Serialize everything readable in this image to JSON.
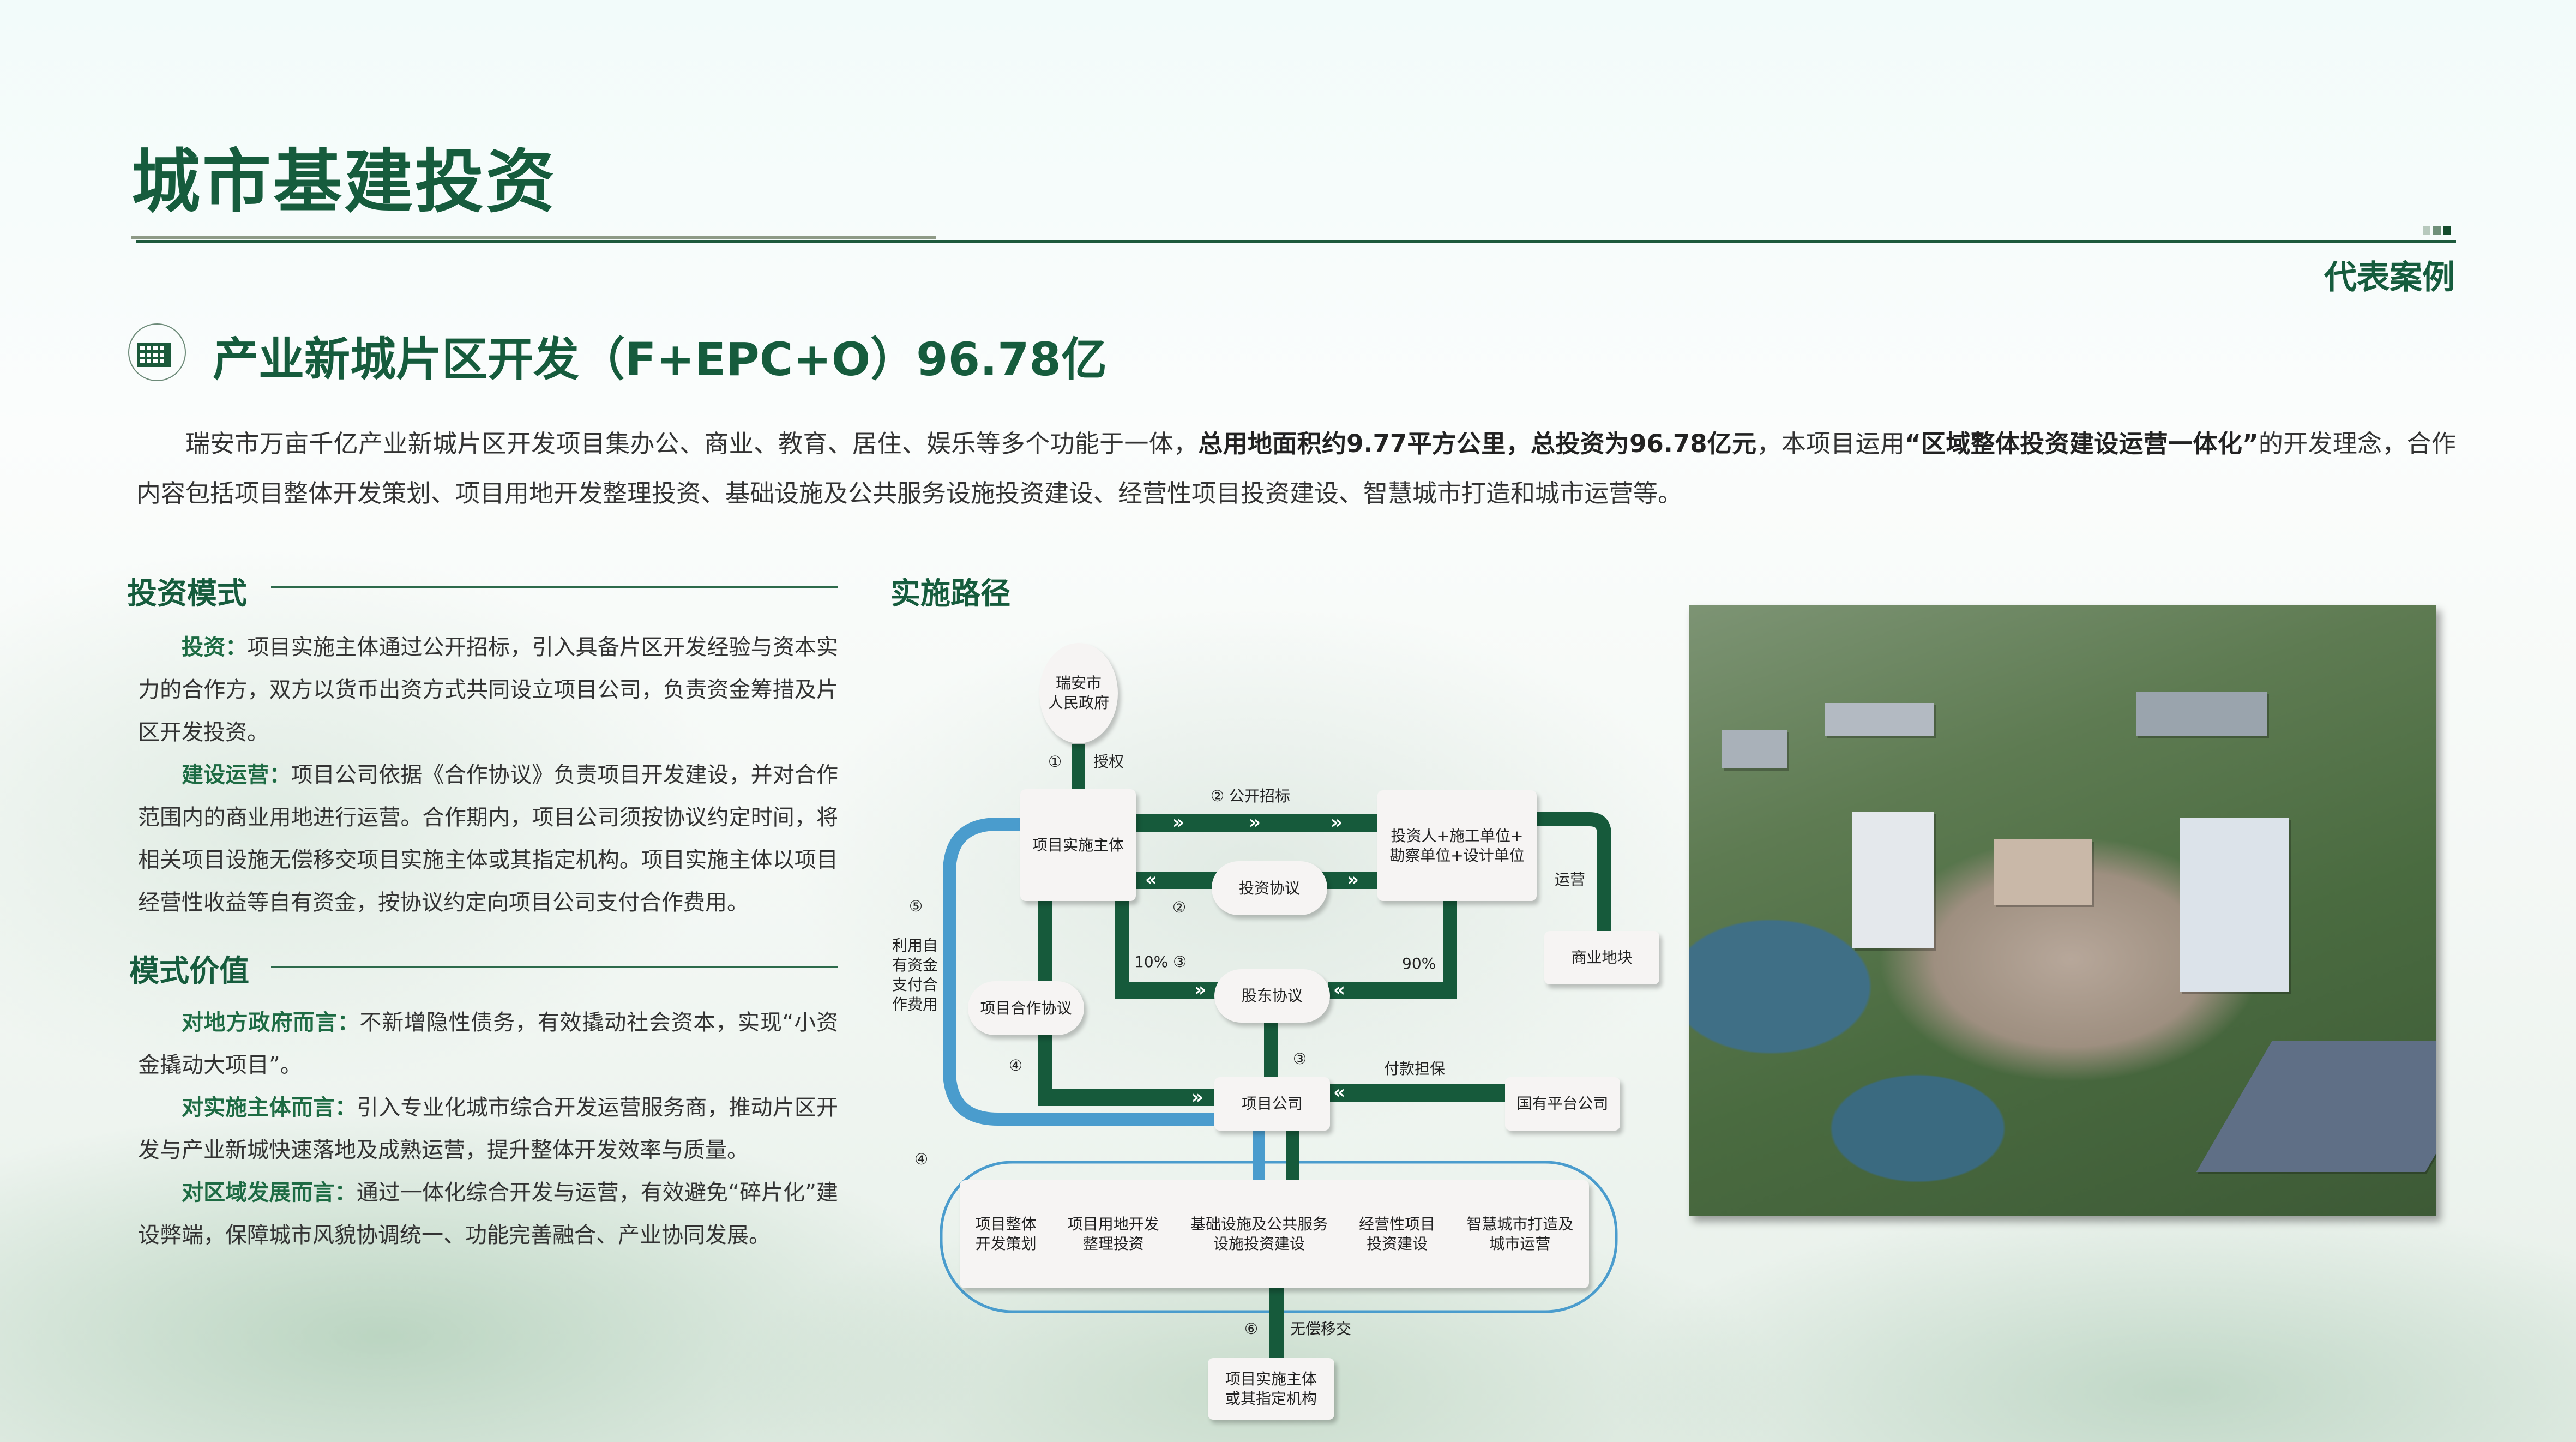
{
  "header": {
    "title": "城市基建投资",
    "case_label": "代表案例",
    "accent_squares": [
      "#b7c9bd",
      "#6f9079",
      "#144c2c"
    ]
  },
  "section": {
    "heading": "产业新城片区开发（F+EPC+O）96.78亿",
    "icon": "building-icon",
    "intro": {
      "p1": "瑞安市万亩千亿产业新城片区开发项目集办公、商业、教育、居住、娱乐等多个功能于一体，",
      "b1": "总用地面积约9.77平方公里，总投资为96.78亿元",
      "p2": "，本项目运用",
      "b2": "“区域整体投资建设运营一体化”",
      "p3": "的开发理念，合作内容包括项目整体开发策划、项目用地开发整理投资、基础设施及公共服务设施投资建设、经营性项目投资建设、智慧城市打造和城市运营等。"
    }
  },
  "investment_mode": {
    "heading": "投资模式",
    "items": [
      {
        "label": "投资：",
        "text": "项目实施主体通过公开招标，引入具备片区开发经验与资本实力的合作方，双方以货币出资方式共同设立项目公司，负责资金筹措及片区开发投资。"
      },
      {
        "label": "建设运营：",
        "text": "项目公司依据《合作协议》负责项目开发建设，并对合作范围内的商业用地进行运营。合作期内，项目公司须按协议约定时间，将相关项目设施无偿移交项目实施主体或其指定机构。项目实施主体以项目经营性收益等自有资金，按协议约定向项目公司支付合作费用。"
      }
    ]
  },
  "mode_value": {
    "heading": "模式价值",
    "items": [
      {
        "label": "对地方政府而言：",
        "text": "不新增隐性债务，有效撬动社会资本，实现“小资金撬动大项目”。"
      },
      {
        "label": "对实施主体而言：",
        "text": "引入专业化城市综合开发运营服务商，推动片区开发与产业新城快速落地及成熟运营，提升整体开发效率与质量。"
      },
      {
        "label": "对区域发展而言：",
        "text": "通过一体化综合开发与运营，有效避免“碎片化”建设弊端，保障城市风貌协调统一、功能完善融合、产业协同发展。"
      }
    ]
  },
  "path": {
    "heading": "实施路径",
    "nodes": {
      "gov_1": "瑞安市",
      "gov_2": "人民政府",
      "impl": "项目实施主体",
      "investor_1": "投资人+施工单位+",
      "investor_2": "勘察单位+设计单位",
      "invest_agreement": "投资协议",
      "commercial": "商业地块",
      "coop_agreement": "项目合作协议",
      "shareholder_agreement": "股东协议",
      "project_company": "项目公司",
      "state_platform": "国有平台公司",
      "final_1": "项目实施主体",
      "final_2": "或其指定机构"
    },
    "scope": [
      [
        "项目整体",
        "开发策划"
      ],
      [
        "项目用地开发",
        "整理投资"
      ],
      [
        "基础设施及公共服务",
        "设施投资建设"
      ],
      [
        "经营性项目",
        "投资建设"
      ],
      [
        "智慧城市打造及",
        "城市运营"
      ]
    ],
    "labels": {
      "n1": "①",
      "authorize": "授权",
      "tender": "② 公开招标",
      "n2": "②",
      "operate": "运营",
      "pct10": "10% ③",
      "pct90": "90%",
      "n3": "③",
      "guarantee": "付款担保",
      "n4a": "④",
      "n4b": "④",
      "n5": "⑤",
      "self_fund": [
        "利用自",
        "有资金",
        "支付合",
        "作费用"
      ],
      "n6": "⑥",
      "transfer": "无偿移交"
    },
    "colors": {
      "green": "#165a3b",
      "blue": "#4a9ccd"
    }
  }
}
